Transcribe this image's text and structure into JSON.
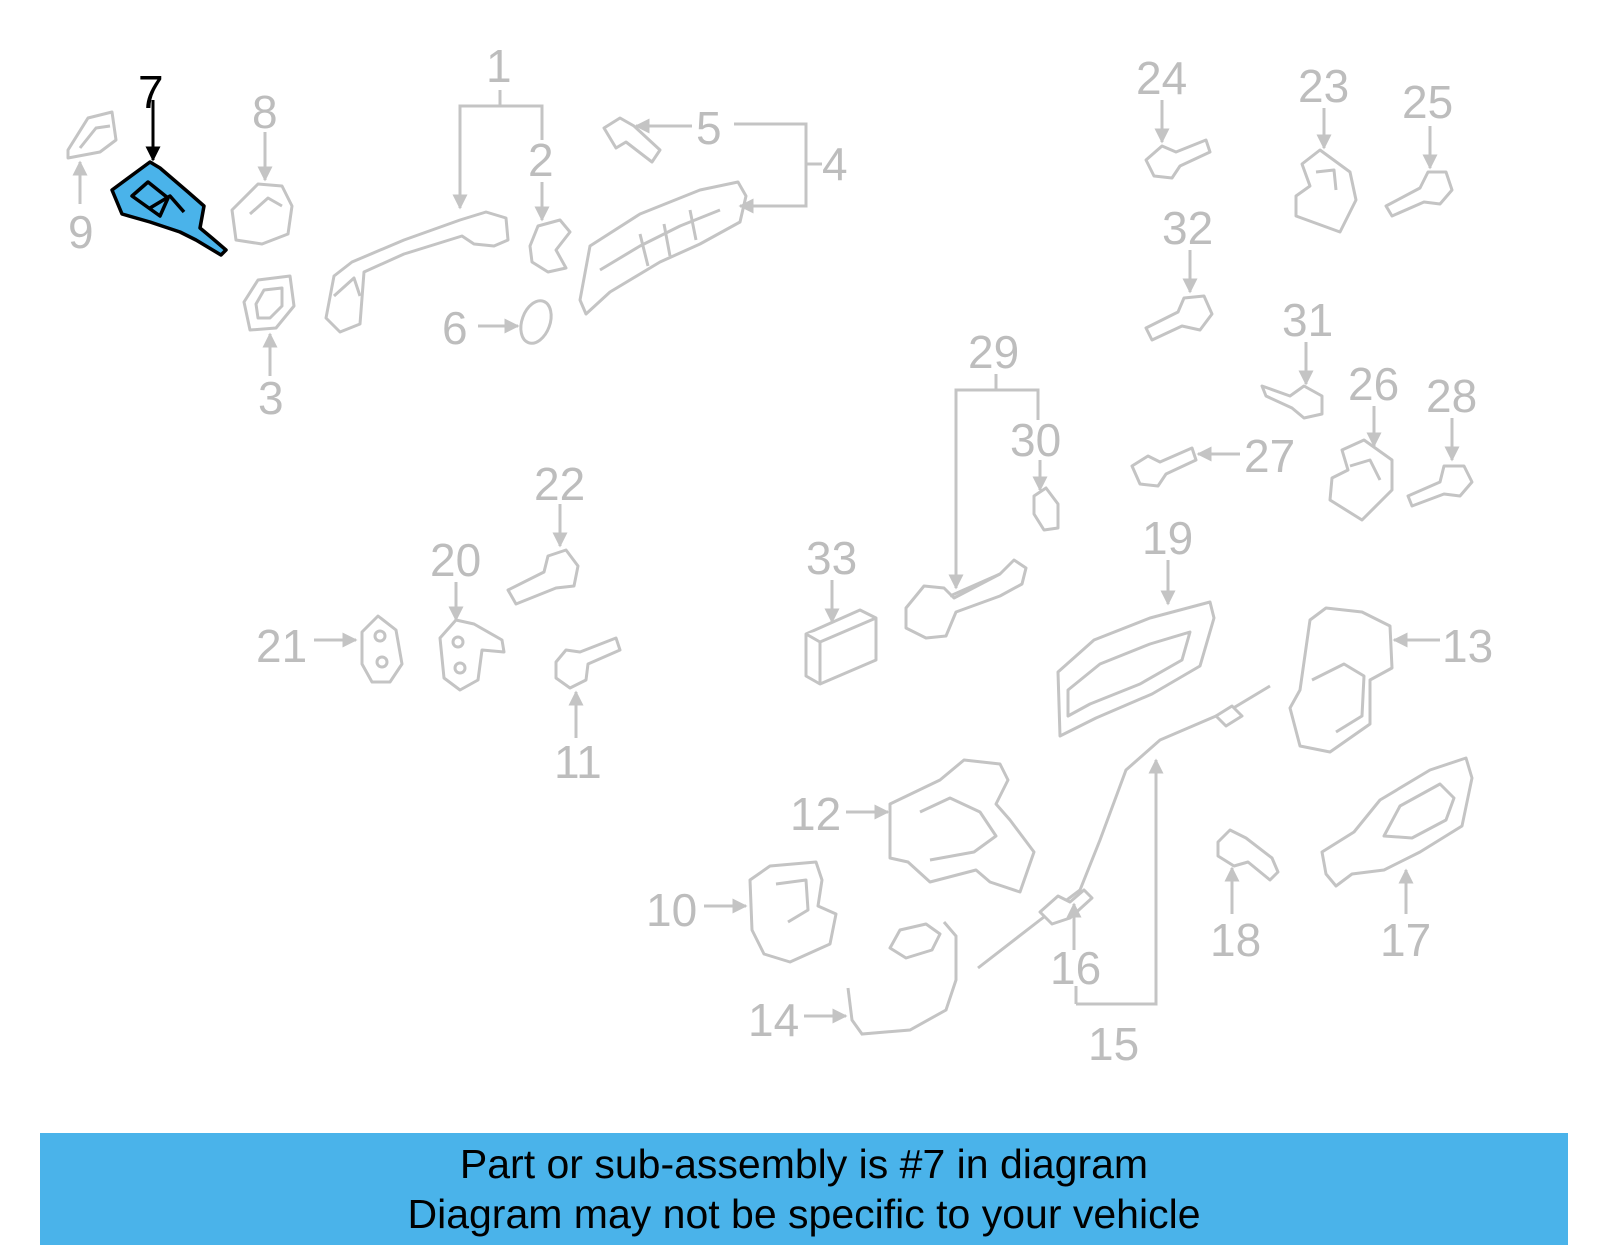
{
  "labels": {
    "l1": "1",
    "l2": "2",
    "l3": "3",
    "l4": "4",
    "l5": "5",
    "l6": "6",
    "l7": "7",
    "l8": "8",
    "l9": "9",
    "l10": "10",
    "l11": "11",
    "l12": "12",
    "l13": "13",
    "l14": "14",
    "l15": "15",
    "l16": "16",
    "l17": "17",
    "l18": "18",
    "l19": "19",
    "l20": "20",
    "l21": "21",
    "l22": "22",
    "l23": "23",
    "l24": "24",
    "l25": "25",
    "l26": "26",
    "l27": "27",
    "l28": "28",
    "l29": "29",
    "l30": "30",
    "l31": "31",
    "l32": "32",
    "l33": "33"
  },
  "highlight": {
    "part_number": "7",
    "fill_color": "#4ab3ea",
    "outline_color": "#000000"
  },
  "colors": {
    "part_outline": "#c4c4c4",
    "label_text": "#bdbdbd",
    "banner_background": "#4ab3ea"
  },
  "caption": {
    "line1": "Part or sub-assembly is #7 in diagram",
    "line2": "Diagram may not be specific to your vehicle"
  }
}
